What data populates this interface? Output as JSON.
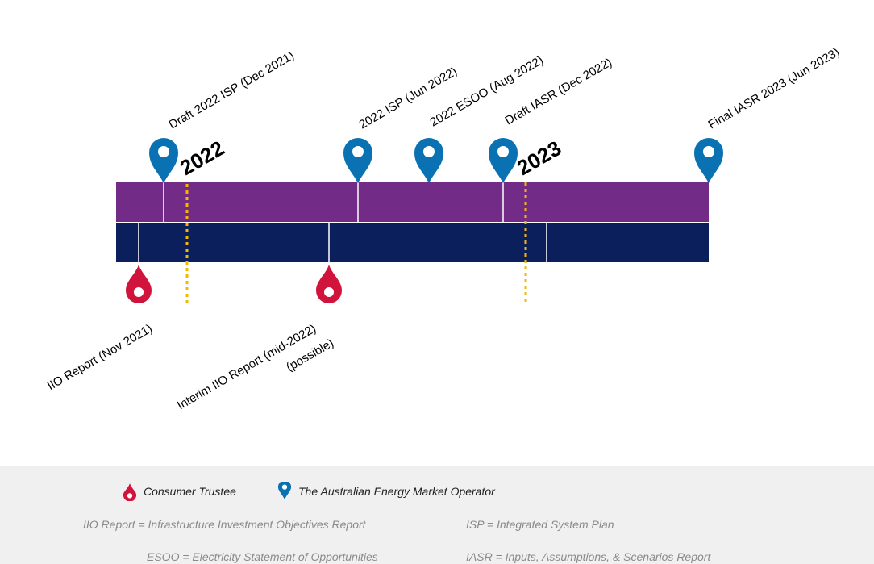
{
  "years": {
    "y2022": "2022",
    "y2023": "2023"
  },
  "aemo_milestones": [
    {
      "label": "Draft 2022 ISP (Dec 2021)"
    },
    {
      "label": "2022 ISP (Jun 2022)"
    },
    {
      "label": "2022 ESOO (Aug 2022)"
    },
    {
      "label": "Draft IASR (Dec 2022)"
    },
    {
      "label": "Final IASR 2023 (Jun 2023)"
    }
  ],
  "trustee_milestones": [
    {
      "label": "IIO Report (Nov 2021)"
    },
    {
      "label": "Interim IIO Report (mid-2022)",
      "sublabel": "(possible)"
    }
  ],
  "legend": {
    "trustee": "Consumer Trustee",
    "aemo": "The Australian Energy Market Operator"
  },
  "abbreviations": {
    "iio": "IIO Report = Infrastructure Investment Objectives Report",
    "isp": "ISP = Integrated System Plan",
    "esoo": "ESOO = Electricity Statement of Opportunities",
    "iasr": "IASR = Inputs, Assumptions, & Scenarios Report"
  },
  "colors": {
    "aemo_bar": "#722b86",
    "trustee_bar": "#0b1f5c",
    "aemo_pin": "#0a72b3",
    "trustee_pin": "#d0143c",
    "year_marker": "#f5b800",
    "legend_bg": "#f0f0f0"
  }
}
